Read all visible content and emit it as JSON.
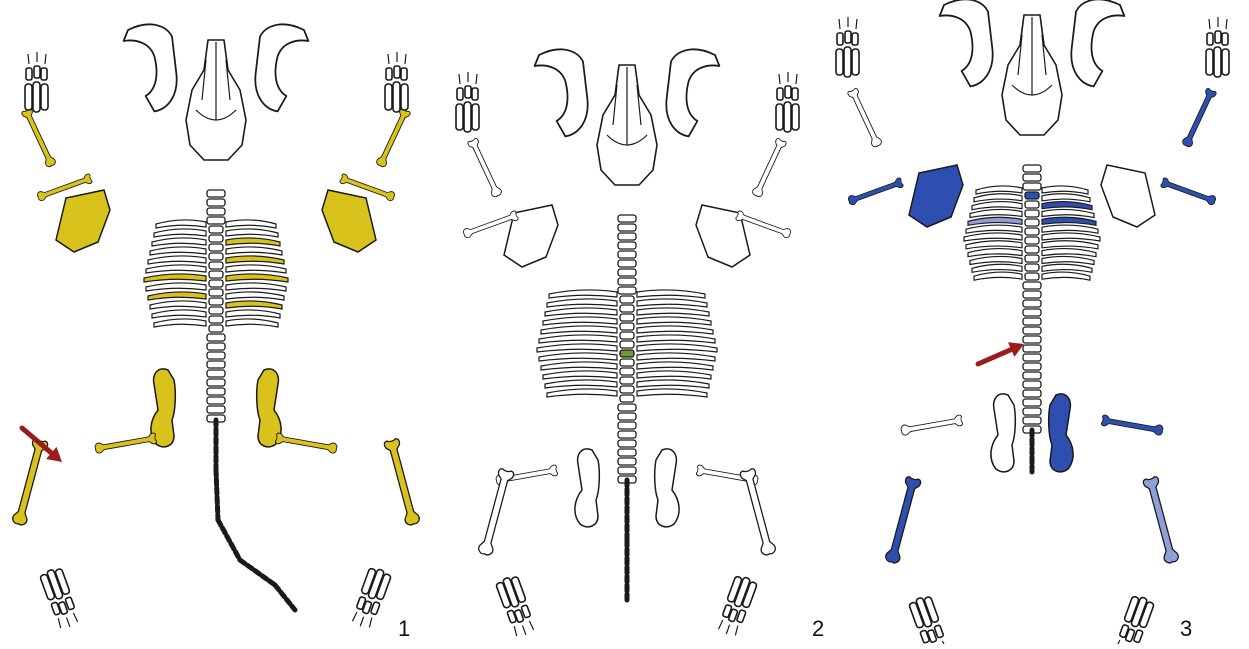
{
  "panels": [
    {
      "number": "1",
      "highlight_color": "#d9c21c"
    },
    {
      "number": "2",
      "highlight_color": "#6a9a3a"
    },
    {
      "number": "3",
      "highlight_color": "#2f4fb0",
      "highlight_light": "#8f9fd6"
    }
  ],
  "arrow_color": "#9b1c1c",
  "outline_color": "#1a1a1a",
  "icons": {
    "arrow": "arrow-icon"
  }
}
